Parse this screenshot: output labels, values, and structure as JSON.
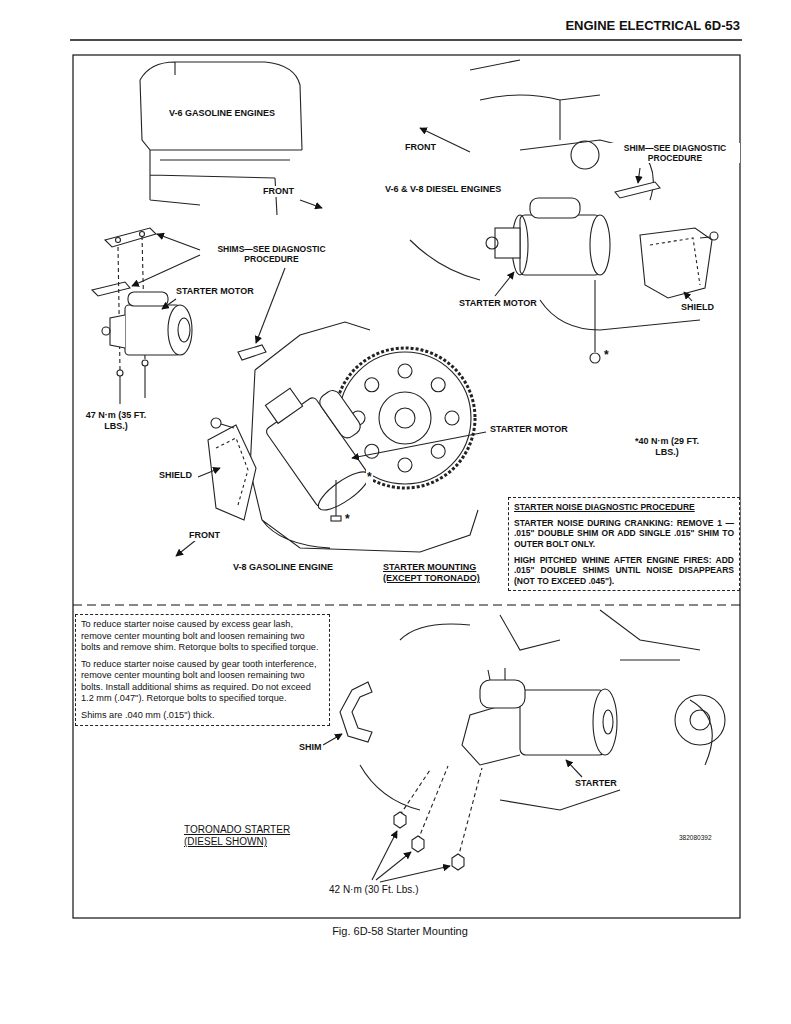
{
  "diagram": {
    "title": "ENGINE ELECTRICAL 6D-53",
    "caption": "Fig. 6D-58 Starter Mounting",
    "nodes": [
      {
        "text": [
          "STARTER NOISE DIAGNOSTIC PROCEDURE",
          "STARTER NOISE DURING CRANKING: REMOVE 1 — .015\" DOUBLE SHIM OR ADD SINGLE .015\" SHIM TO OUTER BOLT ONLY.",
          "HIGH PITCHED WHINE AFTER ENGINE FIRES: ADD .015\" DOUBLE SHIMS UNTIL NOISE DISAPPEARS (NOT TO EXCEED .045\")."
        ]
      },
      {
        "text": [
          "To reduce starter noise caused by excess gear lash, remove center mounting bolt and loosen remaining two bolts and remove shim. Retorque bolts to specified torque.",
          "To reduce starter noise caused by gear tooth interference, remove center mounting bolt and loosen remaining two bolts. Install additional shims as required. Do not exceed 1.2 mm (.047\"). Retorque bolts to specified torque.",
          "Shims are .040 mm (.015\") thick."
        ]
      }
    ],
    "labels": [
      "V-6 GASOLINE ENGINES",
      "FRONT",
      "SHIMS—SEE DIAGNOSTIC PROCEDURE",
      "STARTER MOTOR",
      "47 N·m (35 FT. LBS.)",
      "SHIELD",
      "FRONT",
      "V-8 GASOLINE ENGINE",
      "STARTER MOUNTING (EXCEPT TORONADO)",
      "FRONT",
      "V-6 & V-8 DIESEL ENGINES",
      "SHIM—SEE DIAGNOSTIC PROCEDURE",
      "STARTER MOTOR",
      "SHIELD",
      "*",
      "STARTER MOTOR",
      "*",
      "*",
      "*40 N·m (29 FT. LBS.)",
      "SHIM",
      "STARTER",
      "TORONADO STARTER (DIESEL SHOWN)",
      "42 N·m (30 Ft. Lbs.)",
      "382080392"
    ]
  }
}
